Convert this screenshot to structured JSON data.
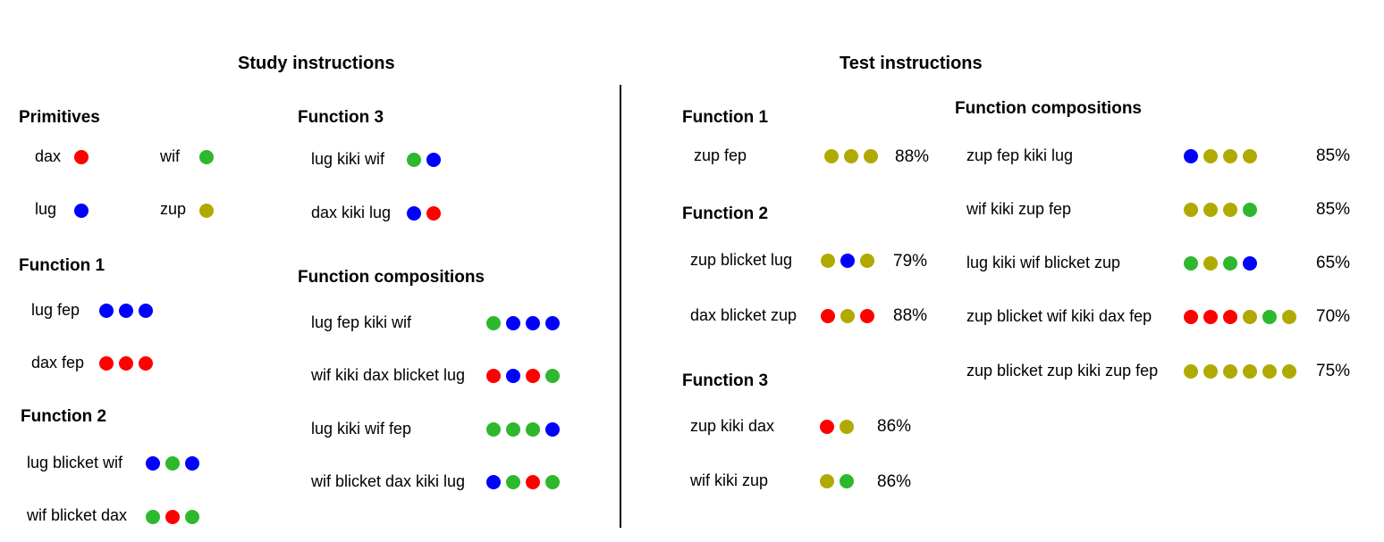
{
  "colors": {
    "dax": "#ff0000",
    "lug": "#0000ff",
    "wif": "#2db82d",
    "zup": "#b0aa00"
  },
  "study": {
    "title": "Study instructions",
    "primitives": {
      "heading": "Primitives",
      "items": [
        {
          "word": "dax",
          "dots": [
            "dax"
          ]
        },
        {
          "word": "wif",
          "dots": [
            "wif"
          ]
        },
        {
          "word": "lug",
          "dots": [
            "lug"
          ]
        },
        {
          "word": "zup",
          "dots": [
            "zup"
          ]
        }
      ]
    },
    "function1": {
      "heading": "Function 1",
      "items": [
        {
          "label": "lug fep",
          "dots": [
            "lug",
            "lug",
            "lug"
          ]
        },
        {
          "label": "dax fep",
          "dots": [
            "dax",
            "dax",
            "dax"
          ]
        }
      ]
    },
    "function2": {
      "heading": "Function 2",
      "items": [
        {
          "label": "lug blicket wif",
          "dots": [
            "lug",
            "wif",
            "lug"
          ]
        },
        {
          "label": "wif blicket dax",
          "dots": [
            "wif",
            "dax",
            "wif"
          ]
        }
      ]
    },
    "function3": {
      "heading": "Function 3",
      "items": [
        {
          "label": "lug kiki wif",
          "dots": [
            "wif",
            "lug"
          ]
        },
        {
          "label": "dax kiki lug",
          "dots": [
            "lug",
            "dax"
          ]
        }
      ]
    },
    "compositions": {
      "heading": "Function compositions",
      "items": [
        {
          "label": "lug fep kiki wif",
          "dots": [
            "wif",
            "lug",
            "lug",
            "lug"
          ]
        },
        {
          "label": "wif kiki dax blicket lug",
          "dots": [
            "dax",
            "lug",
            "dax",
            "wif"
          ]
        },
        {
          "label": "lug kiki wif fep",
          "dots": [
            "wif",
            "wif",
            "wif",
            "lug"
          ]
        },
        {
          "label": "wif blicket dax kiki lug",
          "dots": [
            "lug",
            "wif",
            "dax",
            "wif"
          ]
        }
      ]
    }
  },
  "test": {
    "title": "Test instructions",
    "function1": {
      "heading": "Function 1",
      "items": [
        {
          "label": "zup fep",
          "dots": [
            "zup",
            "zup",
            "zup"
          ],
          "pct": "88%"
        }
      ]
    },
    "function2": {
      "heading": "Function 2",
      "items": [
        {
          "label": "zup blicket lug",
          "dots": [
            "zup",
            "lug",
            "zup"
          ],
          "pct": "79%"
        },
        {
          "label": "dax blicket zup",
          "dots": [
            "dax",
            "zup",
            "dax"
          ],
          "pct": "88%"
        }
      ]
    },
    "function3": {
      "heading": "Function 3",
      "items": [
        {
          "label": "zup kiki dax",
          "dots": [
            "dax",
            "zup"
          ],
          "pct": "86%"
        },
        {
          "label": "wif kiki zup",
          "dots": [
            "zup",
            "wif"
          ],
          "pct": "86%"
        }
      ]
    },
    "compositions": {
      "heading": "Function compositions",
      "items": [
        {
          "label": "zup fep kiki lug",
          "dots": [
            "lug",
            "zup",
            "zup",
            "zup"
          ],
          "pct": "85%"
        },
        {
          "label": "wif kiki zup fep",
          "dots": [
            "zup",
            "zup",
            "zup",
            "wif"
          ],
          "pct": "85%"
        },
        {
          "label": "lug kiki wif blicket zup",
          "dots": [
            "wif",
            "zup",
            "wif",
            "lug"
          ],
          "pct": "65%"
        },
        {
          "label": "zup blicket wif kiki dax fep",
          "dots": [
            "dax",
            "dax",
            "dax",
            "zup",
            "wif",
            "zup"
          ],
          "pct": "70%"
        },
        {
          "label": "zup blicket zup kiki zup fep",
          "dots": [
            "zup",
            "zup",
            "zup",
            "zup",
            "zup",
            "zup"
          ],
          "pct": "75%"
        }
      ]
    }
  }
}
